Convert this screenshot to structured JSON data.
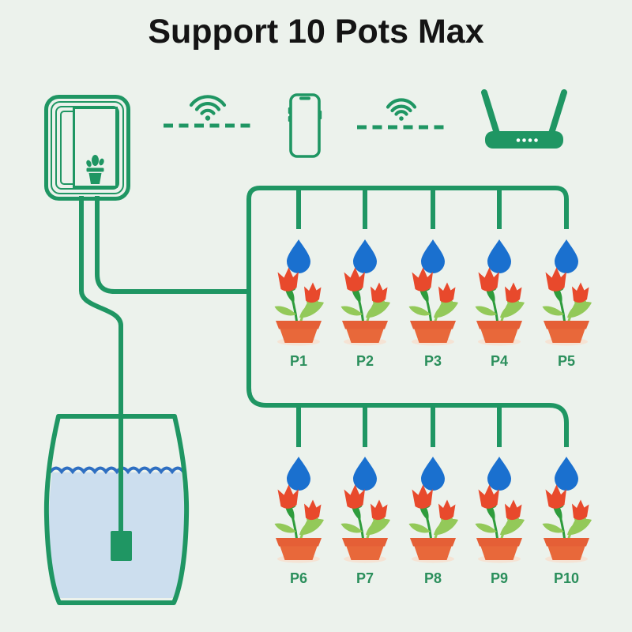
{
  "title": "Support 10 Pots Max",
  "pots": [
    {
      "label": "P1",
      "row": 1
    },
    {
      "label": "P2",
      "row": 1
    },
    {
      "label": "P3",
      "row": 1
    },
    {
      "label": "P4",
      "row": 1
    },
    {
      "label": "P5",
      "row": 1
    },
    {
      "label": "P6",
      "row": 2
    },
    {
      "label": "P7",
      "row": 2
    },
    {
      "label": "P8",
      "row": 2
    },
    {
      "label": "P9",
      "row": 2
    },
    {
      "label": "P10",
      "row": 2
    }
  ],
  "icons": {
    "controller": "watering-controller-icon",
    "wifi": "wifi-icon",
    "phone": "smartphone-icon",
    "router": "wifi-router-icon",
    "drop": "water-drop-icon",
    "plant": "potted-tulips-icon",
    "tank": "water-tank-icon",
    "pump": "submersible-pump-icon"
  },
  "colors": {
    "background": "#ecf2ec",
    "green": "#1f9663",
    "title_color": "#141414",
    "drop_blue": "#1a70cf",
    "water_fill": "#ccdeee",
    "wave_blue": "#2e6fc2",
    "tulip_red": "#e8492c",
    "leaf_light": "#93c959",
    "leaf_dark": "#2e9c3c",
    "pot_orange": "#e8683a",
    "pot_rim": "#e55f36",
    "pot_shadow": "#f5e3d4",
    "label_green": "#2b8f5c"
  }
}
